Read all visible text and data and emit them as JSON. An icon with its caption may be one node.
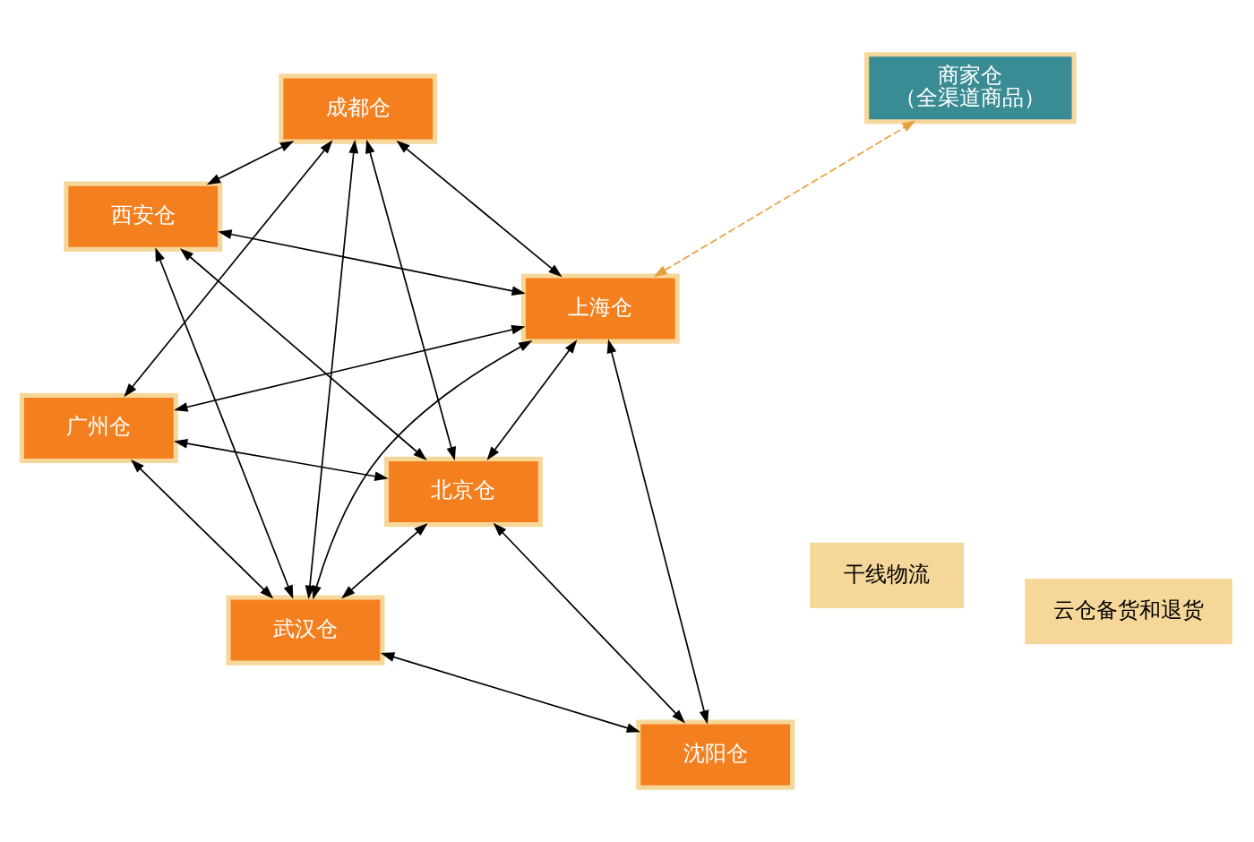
{
  "diagram": {
    "nodes": [
      {
        "text": [
          "西安仓"
        ]
      },
      {
        "text": [
          "北京仓"
        ]
      },
      {
        "text": [
          "沈阳仓"
        ]
      },
      {
        "text": [
          "成都仓"
        ]
      },
      {
        "text": [
          "武汉仓"
        ]
      },
      {
        "text": [
          "上海仓"
        ]
      },
      {
        "text": [
          "广州仓"
        ]
      },
      {
        "text": [
          "商家仓",
          "（全渠道商品）"
        ]
      }
    ],
    "edges": [
      {
        "from": 0,
        "to": 1,
        "arrow": "both"
      },
      {
        "from": 1,
        "to": 2,
        "arrow": "both"
      },
      {
        "from": 2,
        "to": 5,
        "arrow": "both"
      },
      {
        "from": 0,
        "to": 3,
        "arrow": "both"
      },
      {
        "from": 0,
        "to": 4,
        "arrow": "both"
      },
      {
        "from": 0,
        "to": 5,
        "arrow": "both"
      },
      {
        "from": 1,
        "to": 3,
        "arrow": "both"
      },
      {
        "from": 1,
        "to": 4,
        "arrow": "both"
      },
      {
        "from": 1,
        "to": 6,
        "arrow": "both"
      },
      {
        "from": 1,
        "to": 5,
        "arrow": "both"
      },
      {
        "from": 2,
        "to": 4,
        "arrow": "both"
      },
      {
        "from": 3,
        "to": 5,
        "arrow": "both"
      },
      {
        "from": 3,
        "to": 4,
        "arrow": "both"
      },
      {
        "from": 3,
        "to": 6,
        "arrow": "both"
      },
      {
        "from": 5,
        "to": 4,
        "arrow": "both"
      },
      {
        "from": 5,
        "to": 6,
        "arrow": "both"
      },
      {
        "from": 4,
        "to": 6,
        "arrow": "both"
      },
      {
        "from": 5,
        "to": 7,
        "arrow": "both",
        "style": "dashed",
        "color": "#e8a040"
      }
    ],
    "legend": [
      {
        "text": "干线物流"
      },
      {
        "text": "云仓备货和退货"
      }
    ]
  }
}
